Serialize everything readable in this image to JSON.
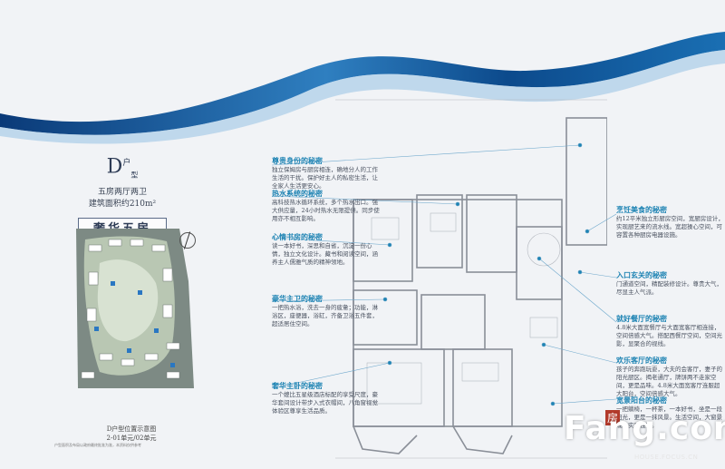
{
  "header": {
    "unit_letter": "D",
    "unit_sup": "户",
    "unit_sub": "型",
    "spec_line1": "五房两厅两卫",
    "spec_line2": "建筑面积约210m²",
    "badge": "奢华五房"
  },
  "siteplan": {
    "caption_line1": "D户型位置示意图",
    "caption_line2": "2-01单元/02单元",
    "fineprint": "户型面积及布局以政府最终批准为准，本资料仅供参考"
  },
  "notes": [
    {
      "title": "尊贵身份的秘密",
      "body": "独立保姆房与厨房相连，确地分人的工作生活的干扰。保护好主人的私密生活，让全家人生活更安心。"
    },
    {
      "title": "热水系统的秘密",
      "body": "高科技热水循环系统，多个热水出口。强大供应量，24小时热水无限提供。同步使用亦不相互影响。"
    },
    {
      "title": "心情书房的秘密",
      "body": "读一本好书，深思和自省，沉淀一份心情，独立文化设计。藏书和阅读空间，涵养主人儒雅气质的精神领地。"
    },
    {
      "title": "豪华主卫的秘密",
      "body": "一把热水浴，洗去一身的疲惫；功能，淋浴区，座便器，浴缸，齐备卫浴五件套，超适居住空间。"
    },
    {
      "title": "奢华主卧的秘密",
      "body": "一个媲比五星级酒店标配的享受尺度，豪华套间设计带步入式衣帽间，八角窗视觉体验区尊享生活品质。"
    },
    {
      "title": "烹饪美食的秘密",
      "body": "约12平米独立形厨房空间，宽厨房设计，实现厨艺来的流水线。宽超操心空间，可容置各种厨房电器设施。"
    },
    {
      "title": "入口玄关的秘密",
      "body": "门通道空间，精配装修设计。尊贵大气，尽显主人气派。"
    },
    {
      "title": "就好餐厅的秘密",
      "body": "4.8米大面宽餐厅与大面宽客厅相连接，空间倍感大气。搭配西餐厅空间，空间光影，显聚合的视线。"
    },
    {
      "title": "欢乐客厅的秘密",
      "body": "孩子的奔跑玩耍，大夫的会客厅，妻子的阳光厨区。揭老通厅，牌饼两不走家空间，更是品味。4.8米大面宽客厅连服超大阳台，空间倍感大气。"
    },
    {
      "title": "宽景阳台的秘密",
      "body": "一把躺椅，一杯茶，一本好书，坐是一段阳光，更是一抹风景。生活空间，大窗景观，实用性强。"
    }
  ],
  "watermark": {
    "house_char": "房",
    "brand": "Fang.com",
    "url": "HOUSE.FOCUS.CN"
  },
  "colors": {
    "accent": "#1d83b3",
    "wave_dark": "#0d3c7a",
    "wave_light": "#5aa8d8"
  }
}
